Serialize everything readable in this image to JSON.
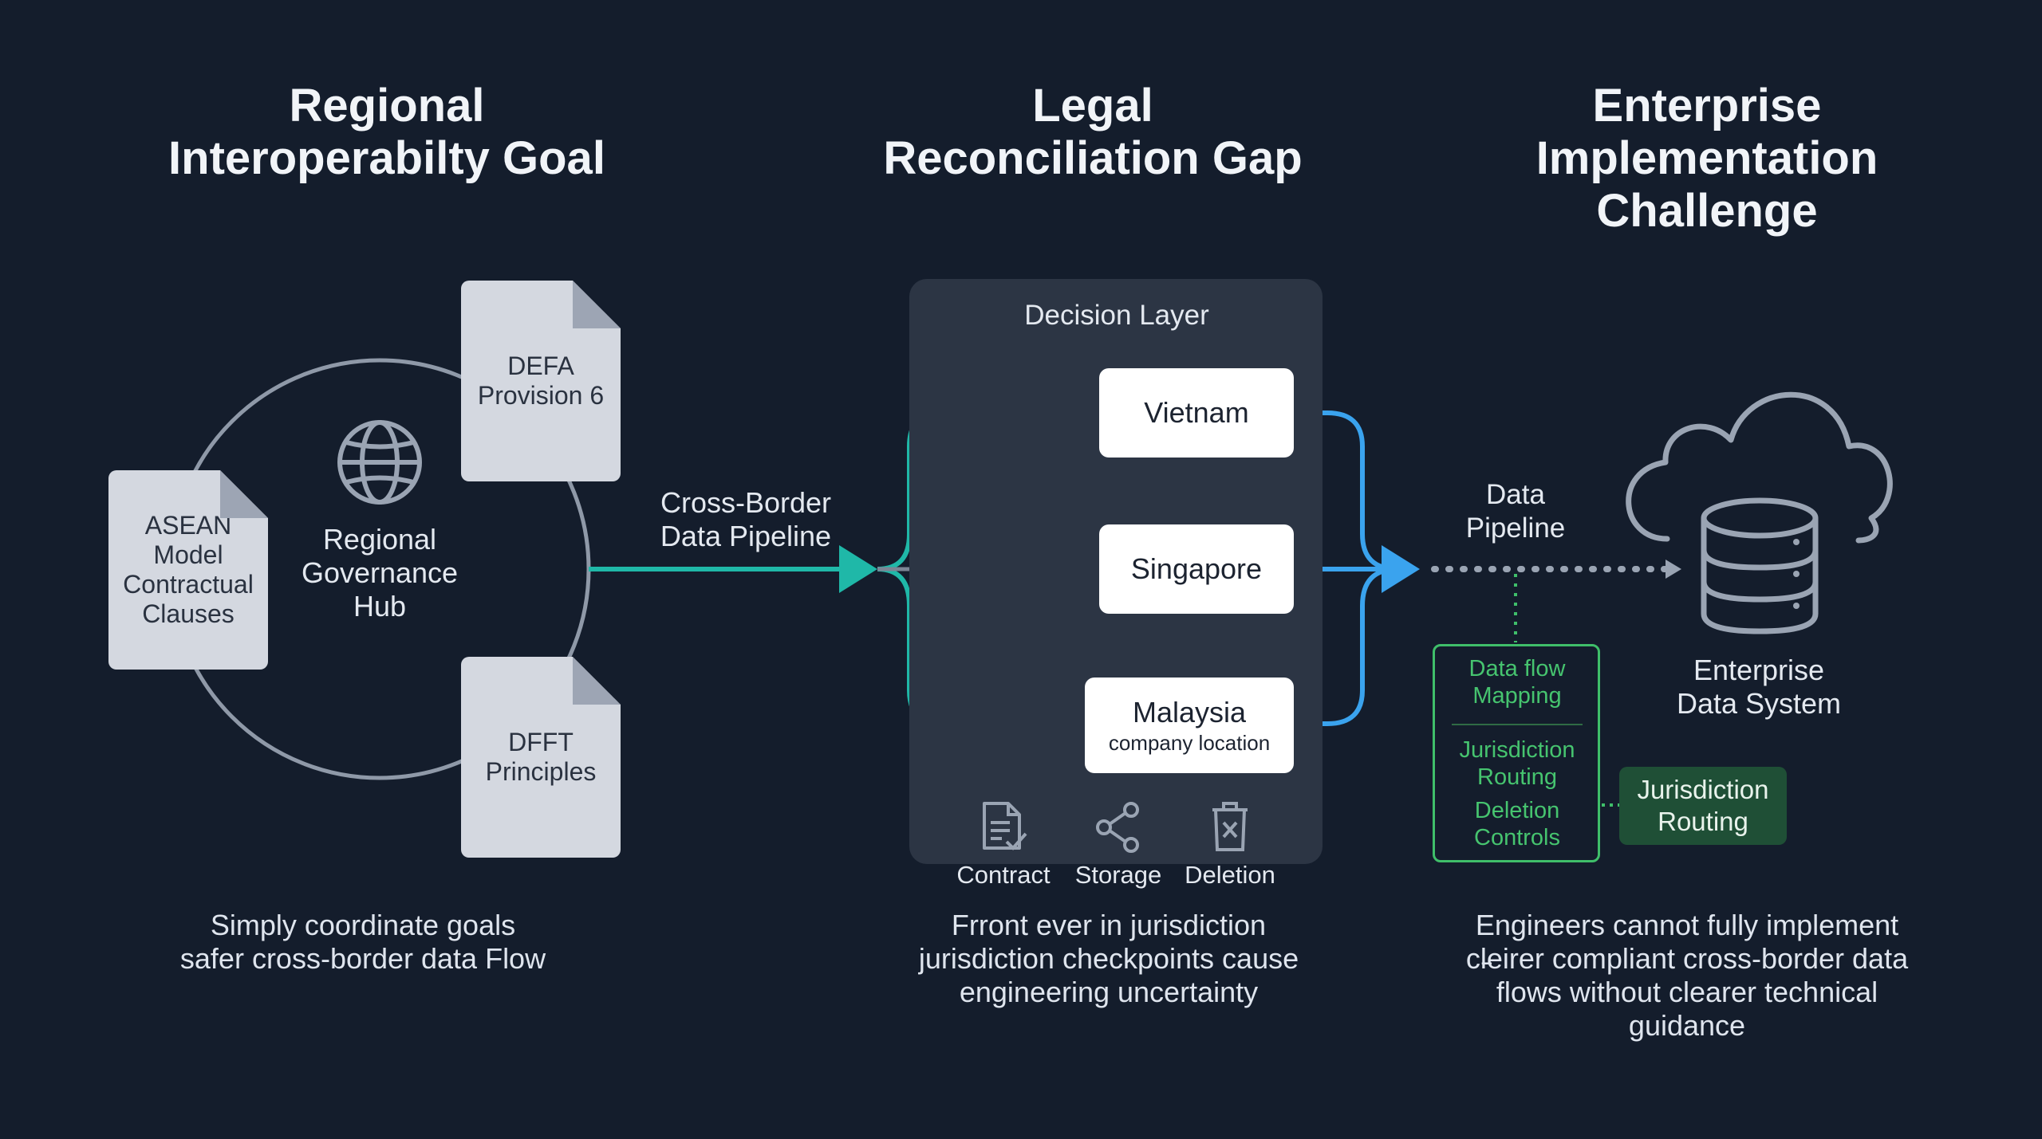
{
  "columns": {
    "left_title": "Regional\nInteroperabilty Goal",
    "middle_title": "Legal\nReconciliation Gap",
    "right_title": "Enterprise\nImplementation\nChallenge"
  },
  "left": {
    "hub_label": "Regional\nGovernance\nHub",
    "documents": {
      "asean": "ASEAN\nModel\nContractual\nClauses",
      "defa": "DEFA\nProvision 6",
      "dfft": "DFFT\nPrinciples"
    },
    "pipeline_label": "Cross-Border\nData Pipeline",
    "caption": "Simply coordinate goals\nsafer cross-border data Flow"
  },
  "middle": {
    "panel_title": "Decision Layer",
    "countries": {
      "vietnam": "Vietnam",
      "singapore": "Singapore",
      "malaysia": "Malaysia",
      "malaysia_sub": "company location"
    },
    "tools": {
      "contract": "Contract",
      "storage": "Storage",
      "deletion": "Deletion"
    },
    "caption": "Frront ever in jurisdiction\njurisdiction checkpoints cause\nengineering uncertainty"
  },
  "right": {
    "pipeline_label": "Data\nPipeline",
    "system_label": "Enterprise\nData System",
    "controls": {
      "mapping": "Data flow\nMapping",
      "routing": "Jurisdiction\nRouting",
      "deletion": "Deletion\nControls"
    },
    "routing_badge": "Jurisdiction\nRouting",
    "caption": "Engineers cannot fully implement\ncl̵eirer compliant cross-border data\nflows without clearer technical\nguidance"
  },
  "colors": {
    "background": "#141d2c",
    "teal": "#1fb8a8",
    "blue": "#3aa3ee",
    "warning": "#f5a623",
    "green": "#3fbf6a"
  }
}
